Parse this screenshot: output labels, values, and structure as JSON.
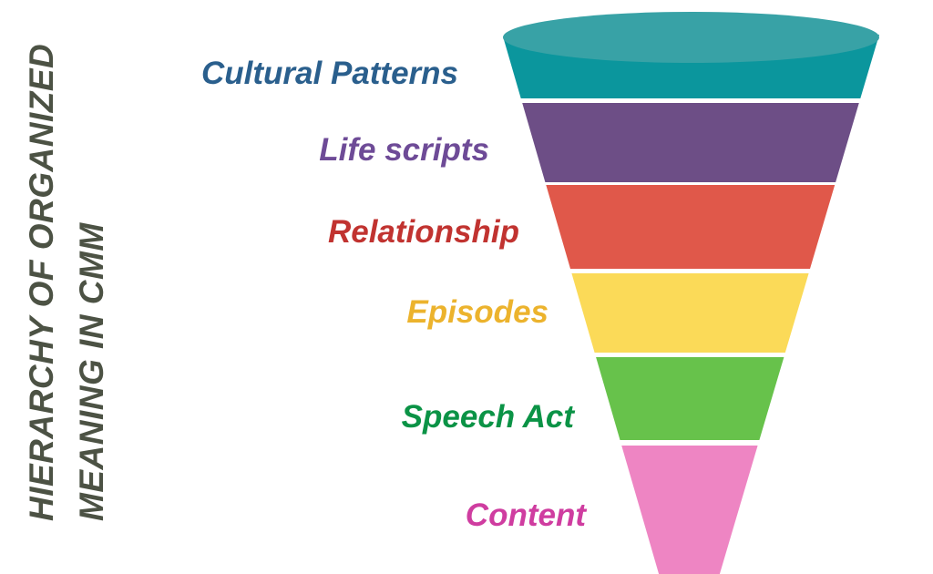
{
  "title": {
    "line1": "HIERARCHY OF ORGANIZED",
    "line2": "MEANING IN CMM",
    "color": "#4c5244"
  },
  "funnel": {
    "top_ellipse_fill": "#38a2a6",
    "levels": [
      {
        "label": "Cultural Patterns",
        "label_color": "#2a5f8d",
        "fill": "#0b969d"
      },
      {
        "label": "Life scripts",
        "label_color": "#6e4b97",
        "fill": "#6d4e86"
      },
      {
        "label": "Relationship",
        "label_color": "#c13330",
        "fill": "#e0584a"
      },
      {
        "label": "Episodes",
        "label_color": "#ecb32d",
        "fill": "#fbda58"
      },
      {
        "label": "Speech Act",
        "label_color": "#0b9346",
        "fill": "#67c24b"
      },
      {
        "label": "Content",
        "label_color": "#cf3da0",
        "fill": "#ee85c3"
      }
    ]
  }
}
